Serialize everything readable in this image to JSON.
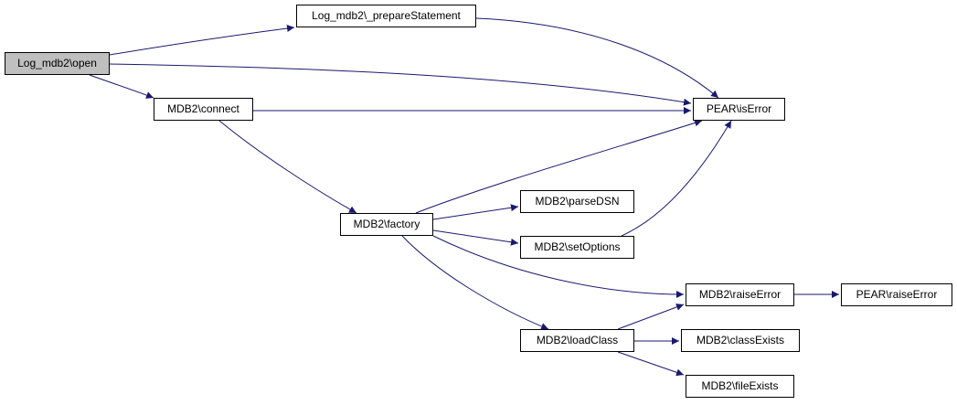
{
  "colors": {
    "edge": "#191970",
    "node_border": "#000000",
    "root_fill": "#bfbfbf",
    "node_fill": "#ffffff"
  },
  "nodes": {
    "open": "Log_mdb2\\open",
    "prepare": "Log_mdb2\\_prepareStatement",
    "connect": "MDB2\\connect",
    "iserror": "PEAR\\isError",
    "factory": "MDB2\\factory",
    "parsedsn": "MDB2\\parseDSN",
    "setoptions": "MDB2\\setOptions",
    "raiseerror": "MDB2\\raiseError",
    "pear_raiseerror": "PEAR\\raiseError",
    "loadclass": "MDB2\\loadClass",
    "classexists": "MDB2\\classExists",
    "fileexists": "MDB2\\fileExists"
  },
  "edges": [
    [
      "open",
      "prepare"
    ],
    [
      "open",
      "iserror"
    ],
    [
      "open",
      "connect"
    ],
    [
      "prepare",
      "iserror"
    ],
    [
      "connect",
      "iserror"
    ],
    [
      "connect",
      "factory"
    ],
    [
      "factory",
      "iserror"
    ],
    [
      "factory",
      "parsedsn"
    ],
    [
      "factory",
      "setoptions"
    ],
    [
      "factory",
      "raiseerror"
    ],
    [
      "factory",
      "loadclass"
    ],
    [
      "setoptions",
      "iserror"
    ],
    [
      "raiseerror",
      "pear_raiseerror"
    ],
    [
      "loadclass",
      "raiseerror"
    ],
    [
      "loadclass",
      "classexists"
    ],
    [
      "loadclass",
      "fileexists"
    ]
  ]
}
